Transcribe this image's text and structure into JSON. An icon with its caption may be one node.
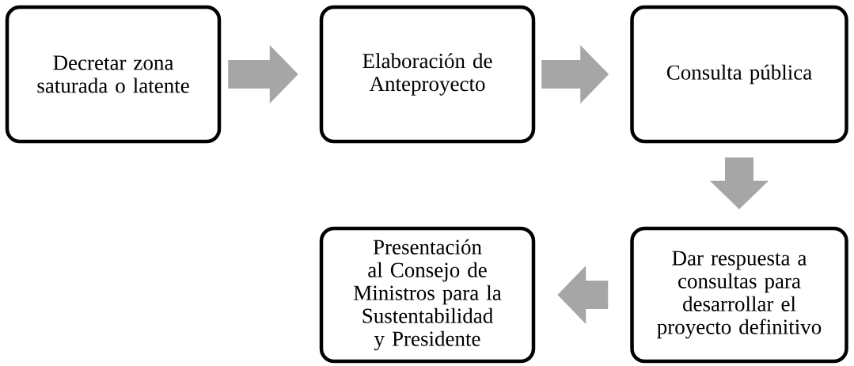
{
  "diagram": {
    "nodes": [
      {
        "text": [
          "Decretar zona saturada o latente"
        ]
      },
      {
        "text": [
          "Elaboración de Anteproyecto"
        ]
      },
      {
        "text": [
          "Consulta pública"
        ]
      },
      {
        "text": [
          "Dar respuesta a consultas para desarrollar el proyecto definitivo"
        ]
      },
      {
        "text": [
          "Presentación al Consejo de Ministros para la Sustentabilidad y Presidente"
        ]
      }
    ],
    "edges": [
      {
        "from": 0,
        "to": 1,
        "arrow": "to"
      },
      {
        "from": 1,
        "to": 2,
        "arrow": "to"
      },
      {
        "from": 2,
        "to": 3,
        "arrow": "to"
      },
      {
        "from": 3,
        "to": 4,
        "arrow": "to"
      }
    ]
  }
}
